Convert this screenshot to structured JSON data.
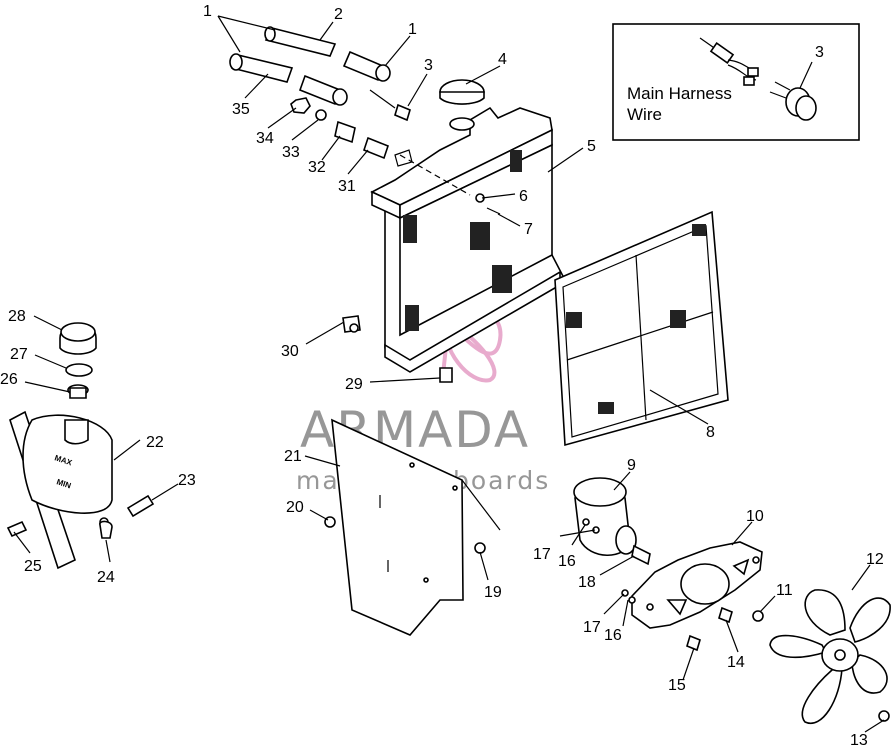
{
  "inset": {
    "line1": "Main Harness",
    "line2": "Wire",
    "callout": "3"
  },
  "watermark": {
    "brand": "ARMADA",
    "tagline": "marine outboards"
  },
  "tank": {
    "max_mark": "MAX",
    "min_mark": "MIN"
  },
  "callouts": [
    {
      "id": "c1a",
      "text": "1"
    },
    {
      "id": "c2",
      "text": "2"
    },
    {
      "id": "c1b",
      "text": "1"
    },
    {
      "id": "c3",
      "text": "3"
    },
    {
      "id": "c4",
      "text": "4"
    },
    {
      "id": "c5",
      "text": "5"
    },
    {
      "id": "c6",
      "text": "6"
    },
    {
      "id": "c7",
      "text": "7"
    },
    {
      "id": "c8",
      "text": "8"
    },
    {
      "id": "c9",
      "text": "9"
    },
    {
      "id": "c10",
      "text": "10"
    },
    {
      "id": "c11",
      "text": "11"
    },
    {
      "id": "c12",
      "text": "12"
    },
    {
      "id": "c13",
      "text": "13"
    },
    {
      "id": "c14",
      "text": "14"
    },
    {
      "id": "c15",
      "text": "15"
    },
    {
      "id": "c16a",
      "text": "16"
    },
    {
      "id": "c17a",
      "text": "17"
    },
    {
      "id": "c16b",
      "text": "16"
    },
    {
      "id": "c17b",
      "text": "17"
    },
    {
      "id": "c18",
      "text": "18"
    },
    {
      "id": "c19",
      "text": "19"
    },
    {
      "id": "c20",
      "text": "20"
    },
    {
      "id": "c21",
      "text": "21"
    },
    {
      "id": "c22",
      "text": "22"
    },
    {
      "id": "c23",
      "text": "23"
    },
    {
      "id": "c24",
      "text": "24"
    },
    {
      "id": "c25",
      "text": "25"
    },
    {
      "id": "c26",
      "text": "26"
    },
    {
      "id": "c27",
      "text": "27"
    },
    {
      "id": "c28",
      "text": "28"
    },
    {
      "id": "c29",
      "text": "29"
    },
    {
      "id": "c30",
      "text": "30"
    },
    {
      "id": "c31",
      "text": "31"
    },
    {
      "id": "c32",
      "text": "32"
    },
    {
      "id": "c33",
      "text": "33"
    },
    {
      "id": "c34",
      "text": "34"
    },
    {
      "id": "c35",
      "text": "35"
    }
  ]
}
